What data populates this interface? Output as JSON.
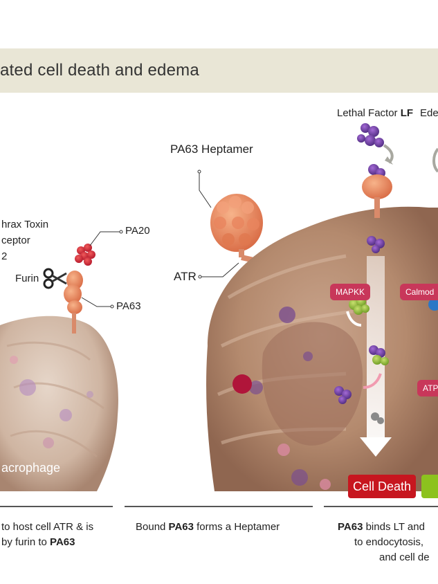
{
  "title": "ated cell death and edema",
  "labels": {
    "anthrax_toxin": "hrax Toxin",
    "receptor": "ceptor",
    "receptor_num": "2",
    "pa20": "PA20",
    "furin": "Furin",
    "pa63": "PA63",
    "macrophage": "acrophage",
    "heptamer": "PA63 Heptamer",
    "atr": "ATR",
    "lethal_factor_prefix": "Lethal Factor ",
    "lethal_factor_bold": "LF",
    "edema": "Ede",
    "mapkk": "MAPKK",
    "calmodulin": "Calmod",
    "atp": "ATP",
    "cell_death": "Cell Death"
  },
  "captions": {
    "left_line1": "to host cell ATR & is",
    "left_line2_pre": "by furin to ",
    "left_line2_bold": "PA63",
    "mid_pre": "Bound ",
    "mid_bold": "PA63",
    "mid_post": " forms a Heptamer",
    "right_line1_bold": "PA63",
    "right_line1_post": " binds LT and",
    "right_line2": "to endocytosis,",
    "right_line3": "and cell de"
  },
  "colors": {
    "banner": "#e9e6d6",
    "tag": "#c8375a",
    "cell_death": "#c7161f",
    "green": "#8cc21e"
  }
}
